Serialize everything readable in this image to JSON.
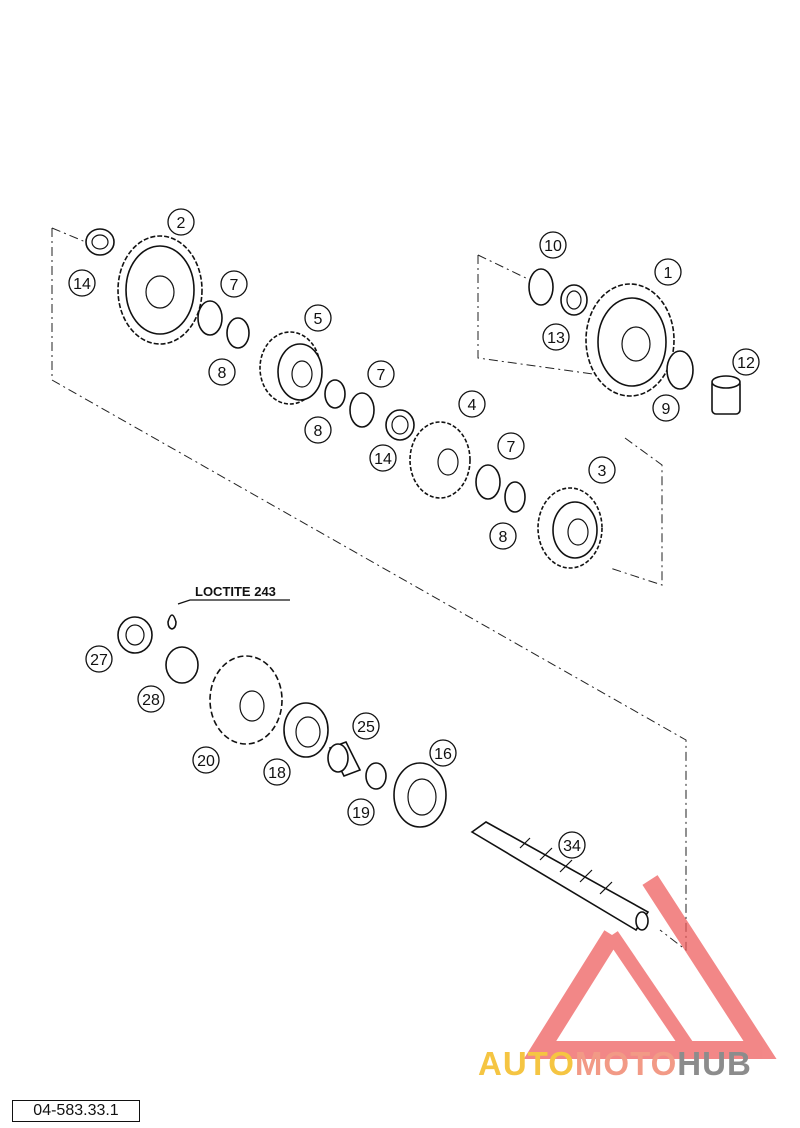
{
  "callouts": [
    "1",
    "2",
    "3",
    "4",
    "5",
    "7",
    "7",
    "7",
    "8",
    "8",
    "8",
    "9",
    "10",
    "12",
    "13",
    "14",
    "14",
    "16",
    "18",
    "19",
    "20",
    "25",
    "27",
    "28",
    "34"
  ],
  "annotation": "LOCTITE 243",
  "drawing_code": "04-583.33.1",
  "watermark": {
    "part1": "AUTO",
    "part2": "MOTO",
    "part3": "HUB",
    "color_part1": "#f5c542",
    "color_part2": "#f29a86",
    "color_part3": "#8c8c8c",
    "logo_color": "#ee5a5a"
  }
}
